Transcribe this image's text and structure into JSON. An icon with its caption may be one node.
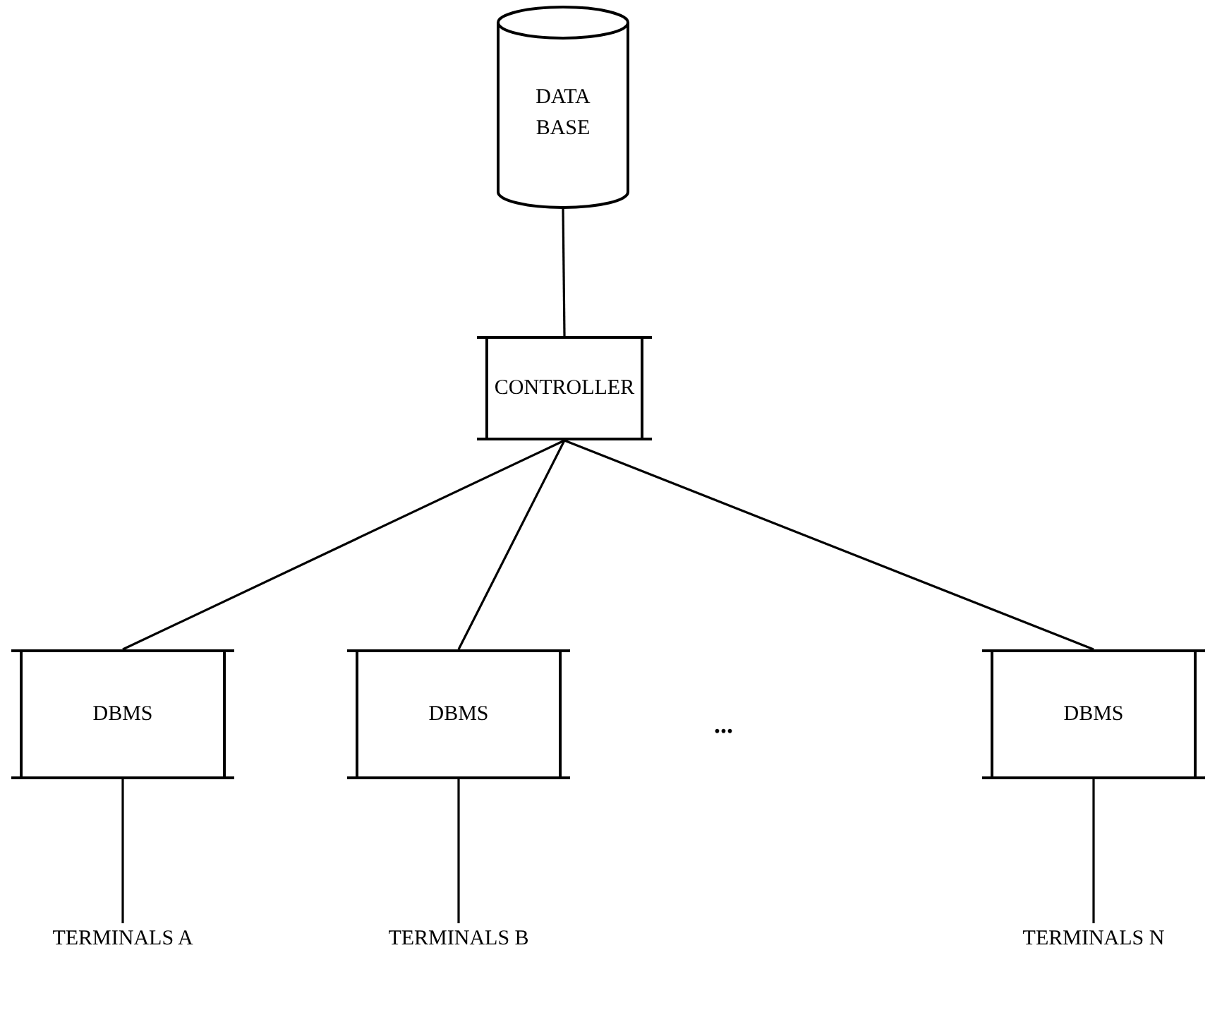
{
  "diagram": {
    "nodes": [
      {
        "text": [
          "DATA BASE"
        ]
      },
      {
        "text": [
          "CONTROLLER"
        ]
      },
      {
        "text": [
          "DBMS"
        ]
      },
      {
        "text": [
          "DBMS"
        ]
      },
      {
        "text": [
          "DBMS"
        ]
      },
      {
        "text": [
          "TERMINALS A"
        ]
      },
      {
        "text": [
          "TERMINALS B"
        ]
      },
      {
        "text": [
          "TERMINALS N"
        ]
      }
    ],
    "edges": [
      {
        "from": 0,
        "to": 1,
        "arrow": "none"
      },
      {
        "from": 1,
        "to": 2,
        "arrow": "none"
      },
      {
        "from": 1,
        "to": 3,
        "arrow": "none"
      },
      {
        "from": 1,
        "to": 4,
        "arrow": "none"
      },
      {
        "from": 2,
        "to": 5,
        "arrow": "none"
      },
      {
        "from": 3,
        "to": 6,
        "arrow": "none"
      },
      {
        "from": 4,
        "to": 7,
        "arrow": "none"
      }
    ],
    "labels": [
      "..."
    ]
  }
}
